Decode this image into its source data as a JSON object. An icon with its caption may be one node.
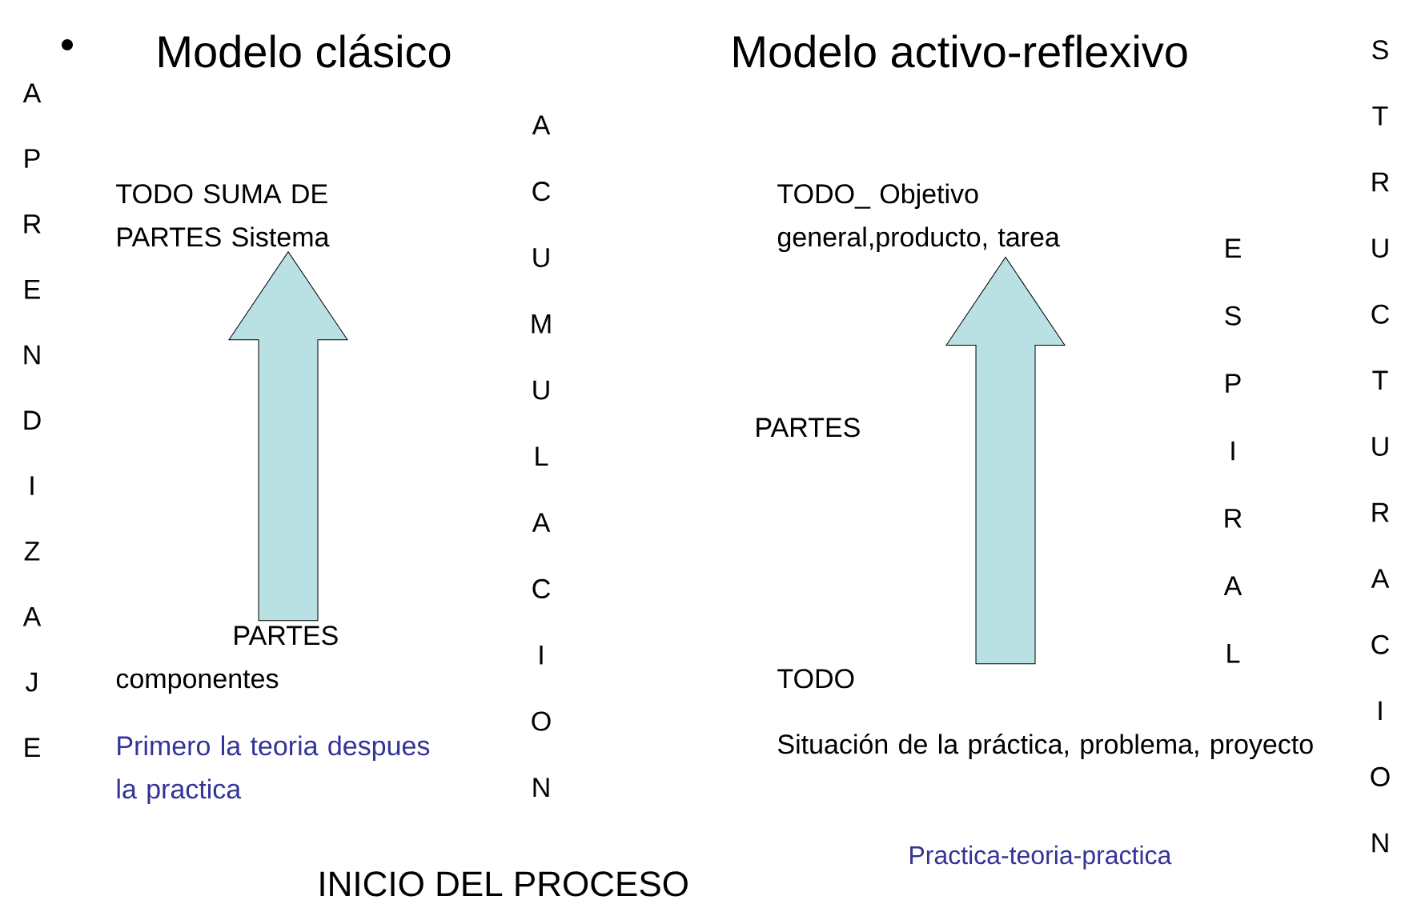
{
  "diagram": {
    "nodes": [
      {
        "text": [
          "TODO SUMA DE PARTES Sistema"
        ]
      },
      {
        "text": [
          "PARTES",
          "componentes"
        ]
      },
      {
        "text": [
          "TODO_ Objetivo general,producto, tarea"
        ]
      },
      {
        "text": [
          "TODO",
          "Situación de la práctica, problema, proyecto"
        ]
      }
    ],
    "edges": [
      {
        "from": 1,
        "to": 0,
        "arrow": "to"
      },
      {
        "from": 3,
        "to": 2,
        "arrow": "to"
      }
    ],
    "labels": [
      "Modelo clásico",
      "Modelo activo-reflexivo",
      "S T R U C T U R A C I O N",
      "A P R E N D I Z A J E",
      "A C U M U L A C I O N",
      "E S P I R A L",
      "PARTES",
      "Primero la teoria despues la practica",
      "Practica-teoria-practica",
      "INICIO DEL PROCESO"
    ]
  }
}
